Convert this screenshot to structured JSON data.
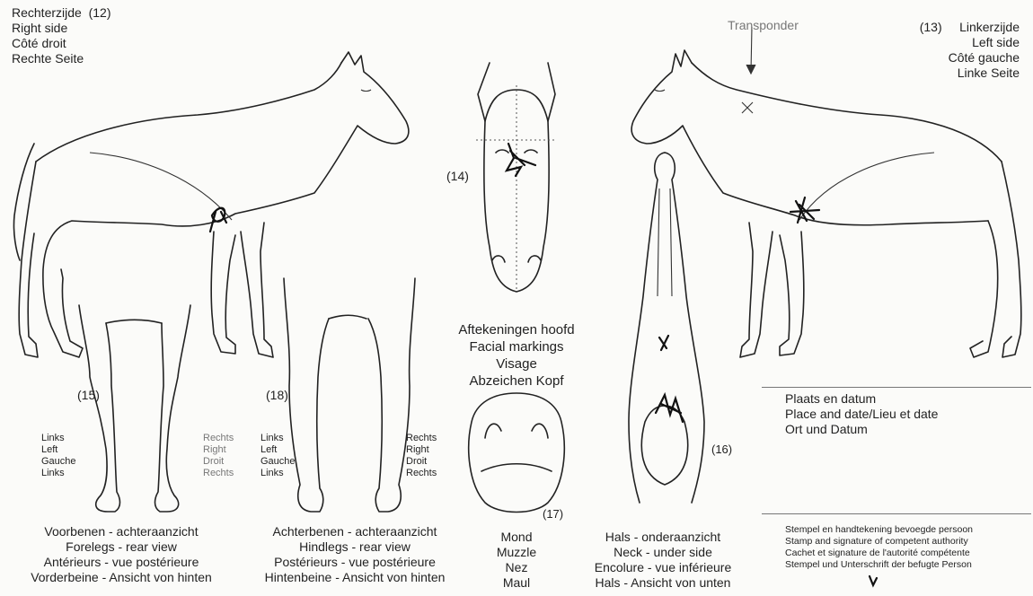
{
  "right_side": {
    "number": "(12)",
    "lines": [
      "Rechterzijde",
      "Right side",
      "Côté droit",
      "Rechte Seite"
    ]
  },
  "left_side": {
    "number": "(13)",
    "lines": [
      "Linkerzijde",
      "Left side",
      "Côté gauche",
      "Linke Seite"
    ]
  },
  "transponder_label": "Transponder",
  "head": {
    "number": "(14)",
    "lines": [
      "Aftekeningen hoofd",
      "Facial markings",
      "Visage",
      "Abzeichen Kopf"
    ]
  },
  "forelegs": {
    "number": "(15)",
    "left_lines": [
      "Links",
      "Left",
      "Gauche",
      "Links"
    ],
    "right_lines": [
      "Rechts",
      "Right",
      "Droit",
      "Rechts"
    ],
    "caption": [
      "Voorbenen - achteraanzicht",
      "Forelegs - rear view",
      "Antérieurs - vue postérieure",
      "Vorderbeine - Ansicht von hinten"
    ]
  },
  "hindlegs": {
    "number": "(18)",
    "left_lines": [
      "Links",
      "Left",
      "Gauche",
      "Links"
    ],
    "right_lines": [
      "Rechts",
      "Right",
      "Droit",
      "Rechts"
    ],
    "caption": [
      "Achterbenen - achteraanzicht",
      "Hindlegs - rear view",
      "Postérieurs - vue postérieure",
      "Hintenbeine - Ansicht von hinten"
    ]
  },
  "neck": {
    "number": "(16)",
    "caption": [
      "Hals - onderaanzicht",
      "Neck - under side",
      "Encolure - vue inférieure",
      "Hals - Ansicht von unten"
    ]
  },
  "muzzle": {
    "number": "(17)",
    "caption": [
      "Mond",
      "Muzzle",
      "Nez",
      "Maul"
    ]
  },
  "place_date": [
    "Plaats en datum",
    "Place and date/Lieu et date",
    "Ort und Datum"
  ],
  "stamp": [
    "Stempel en handtekening bevoegde persoon",
    "Stamp and signature of competent authority",
    "Cachet et signature de l'autorité compétente",
    "Stempel und Unterschrift der befugte Person"
  ]
}
